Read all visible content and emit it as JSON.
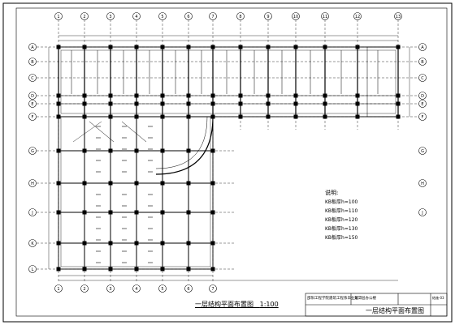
{
  "drawing": {
    "plan_caption": "一层结构平面布置图",
    "plan_scale": "1:100",
    "notes_title": "说明:",
    "notes": [
      "KB板厚h=100",
      "KB板厚h=110",
      "KB板厚h=120",
      "KB板厚h=130",
      "KB板厚h=150"
    ],
    "axis_numbers_top": [
      "1",
      "2",
      "3",
      "4",
      "5",
      "6",
      "7",
      "8",
      "9",
      "10",
      "11",
      "12",
      "13"
    ],
    "axis_letters_left": [
      "A",
      "B",
      "C",
      "D",
      "E",
      "F",
      "G",
      "H",
      "J",
      "K",
      "L"
    ],
    "axis_letters_right": [
      "A",
      "B",
      "C",
      "D",
      "E",
      "F",
      "G",
      "H",
      "J"
    ],
    "title_block": {
      "org": "邵阳工程学院建筑工程系毕业设计",
      "project": "某二层办公楼",
      "drawing_name": "一层结构平面布置图",
      "sheet_no": "结施-03"
    },
    "colors": {
      "line": "#000000",
      "paper": "#ffffff"
    }
  }
}
